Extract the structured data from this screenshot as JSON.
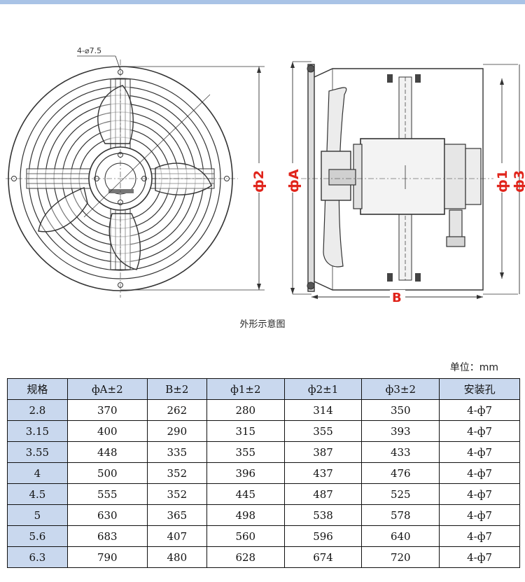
{
  "drawing": {
    "hole_label": "4-⌀7.5",
    "dim_phi2": "ф2",
    "dim_phiA": "фA",
    "dim_phi1": "ф1",
    "dim_phi3": "ф3",
    "dim_B": "B"
  },
  "caption": "外形示意图",
  "unit_label": "单位：mm",
  "table": {
    "headers": [
      "规格",
      "фA±2",
      "B±2",
      "ф1±2",
      "ф2±1",
      "ф3±2",
      "安装孔"
    ],
    "rows": [
      [
        "2.8",
        "370",
        "262",
        "280",
        "314",
        "350",
        "4-ф7"
      ],
      [
        "3.15",
        "400",
        "290",
        "315",
        "355",
        "393",
        "4-ф7"
      ],
      [
        "3.55",
        "448",
        "335",
        "355",
        "387",
        "433",
        "4-ф7"
      ],
      [
        "4",
        "500",
        "352",
        "396",
        "437",
        "476",
        "4-ф7"
      ],
      [
        "4.5",
        "555",
        "352",
        "445",
        "487",
        "525",
        "4-ф7"
      ],
      [
        "5",
        "630",
        "365",
        "498",
        "538",
        "578",
        "4-ф7"
      ],
      [
        "5.6",
        "683",
        "407",
        "560",
        "596",
        "640",
        "4-ф7"
      ],
      [
        "6.3",
        "790",
        "480",
        "628",
        "674",
        "720",
        "4-ф7"
      ]
    ]
  },
  "colors": {
    "header_bg": "#c9d8ee",
    "dimension_red": "#e0241b",
    "top_band": "#a9c3e6"
  }
}
